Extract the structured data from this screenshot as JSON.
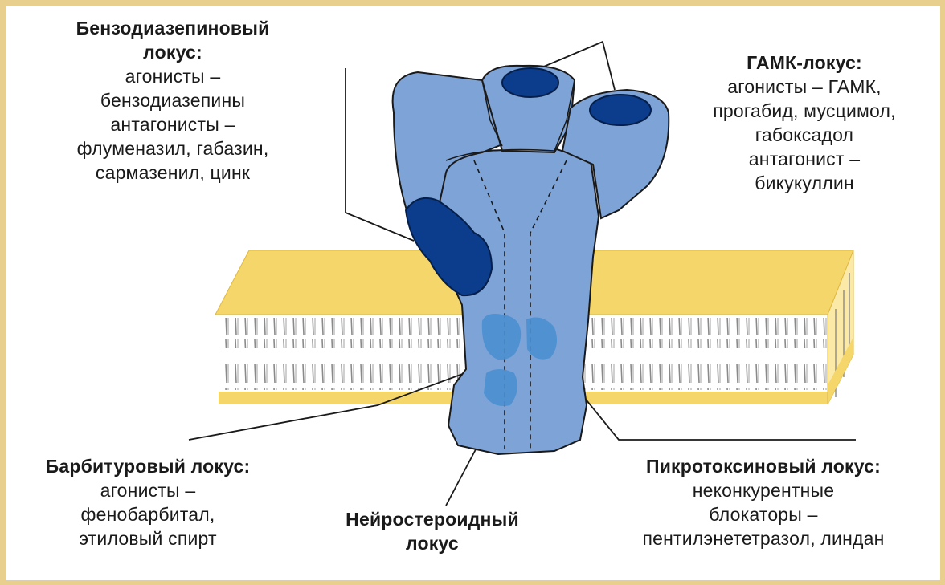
{
  "benzodiazepine": {
    "title_1": "Бензодиазепиновый",
    "title_2": "локус:",
    "lines": [
      "агонисты –",
      "бензодиазепины",
      "антагонисты –",
      "флуменазил, габазин,",
      "сармазенил, цинк"
    ]
  },
  "gaba": {
    "title": "ГАМК-локус:",
    "lines": [
      "агонисты – ГАМК,",
      "прогабид, мусцимол,",
      "габоксадол",
      "антагонист –",
      "бикукуллин"
    ]
  },
  "barbiturate": {
    "title": "Барбитуровый локус:",
    "lines": [
      "агонисты –",
      "фенобарбитал,",
      "этиловый спирт"
    ]
  },
  "neurosteroid": {
    "title_1": "Нейростероидный",
    "title_2": "локус"
  },
  "picrotoxin": {
    "title": "Пикротоксиновый локус:",
    "lines": [
      "неконкурентные",
      "блокаторы –",
      "пентилэнететразол, линдан"
    ]
  },
  "colors": {
    "receptor": "#7ea3d6",
    "receptor_dark": "#0b3d8c",
    "membrane_yellow": "#f5d66b",
    "frame": "#e8cf8e"
  }
}
